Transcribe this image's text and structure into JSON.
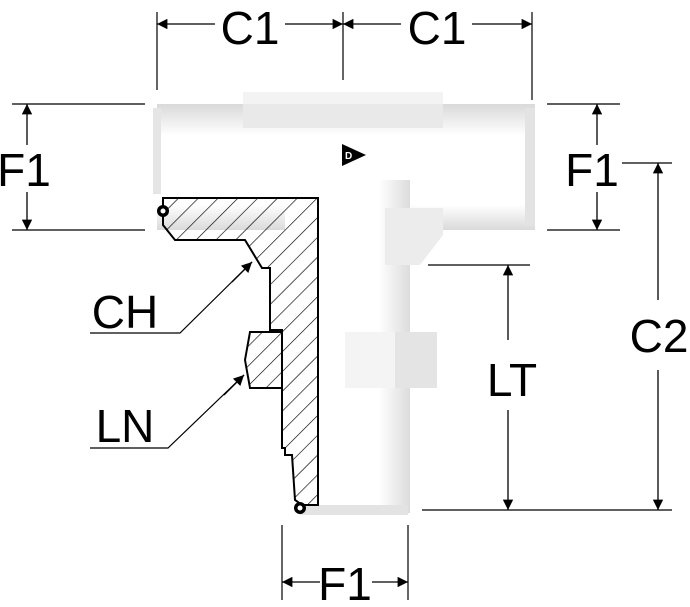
{
  "labels": {
    "c1_left": "C1",
    "c1_right": "C1",
    "f1_left": "F1",
    "f1_right": "F1",
    "f1_bottom": "F1",
    "c2": "C2",
    "lt": "LT",
    "ch": "CH",
    "ln": "LN"
  },
  "colors": {
    "line": "#000000",
    "body": "#ffffff",
    "shade": "#e6e6e6",
    "mid": "#cfcfcf"
  },
  "logo": "dunlop-d-logo"
}
